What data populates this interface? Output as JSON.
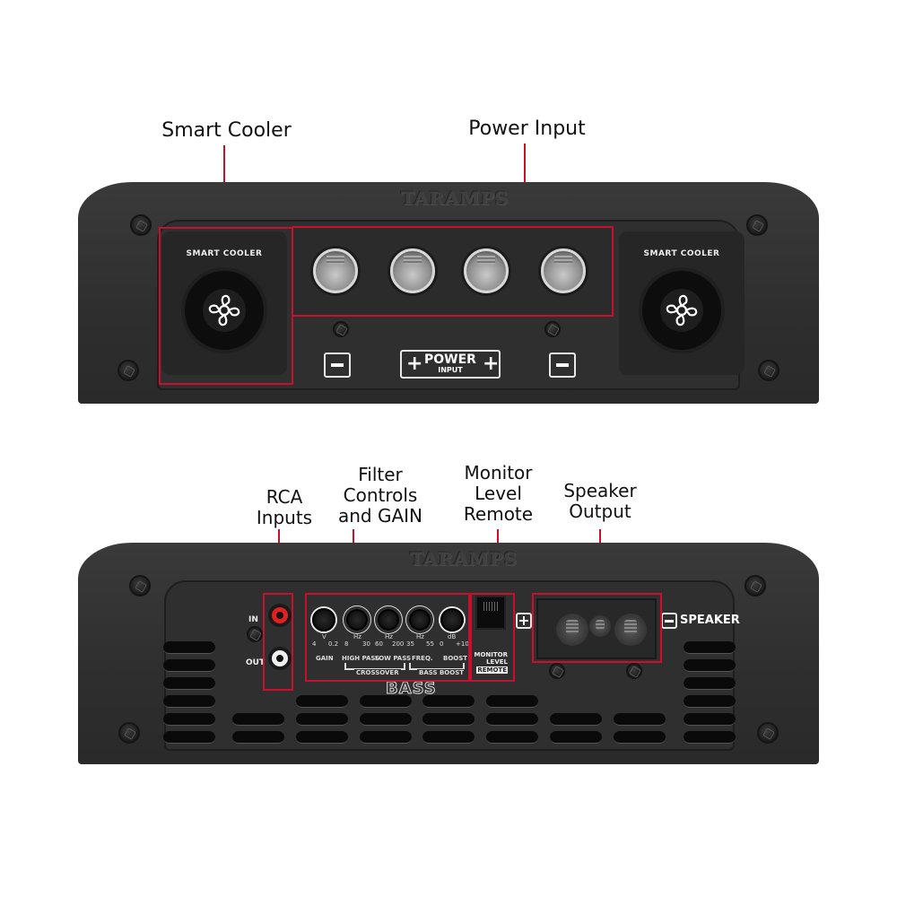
{
  "brand": {
    "logo_text": "TARAMPS",
    "accent_color": "#c8102e",
    "body_color": "#2e2e2e"
  },
  "top_view": {
    "callouts": [
      {
        "id": "smart-cooler",
        "label": "Smart Cooler"
      },
      {
        "id": "power-input",
        "label": "Power Input"
      }
    ],
    "left_fan": {
      "label": "SMART COOLER"
    },
    "right_fan": {
      "label": "SMART COOLER"
    },
    "power_terminals": {
      "count": 4
    },
    "markings": {
      "left_sign": "−",
      "right_sign": "−",
      "power_label": "POWER",
      "power_sublabel": "INPUT",
      "power_plus": "+"
    }
  },
  "bottom_view": {
    "callouts": [
      {
        "id": "rca-inputs",
        "label_lines": [
          "RCA",
          "Inputs"
        ]
      },
      {
        "id": "filter-controls",
        "label_lines": [
          "Filter",
          "Controls",
          "and GAIN"
        ]
      },
      {
        "id": "monitor-level-remote",
        "label_lines": [
          "Monitor",
          "Level",
          "Remote"
        ]
      },
      {
        "id": "speaker-output",
        "label_lines": [
          "Speaker",
          "Output"
        ]
      }
    ],
    "rca": {
      "in_label": "IN",
      "out_label": "OUT",
      "in_color": "#e02020",
      "out_color": "#f0f0f0"
    },
    "controls": [
      {
        "name": "GAIN",
        "unit": "V",
        "min": "4",
        "max": "0.2"
      },
      {
        "name": "HIGH PASS",
        "unit": "Hz",
        "min": "8",
        "max": "30"
      },
      {
        "name": "LOW PASS",
        "unit": "Hz",
        "min": "60",
        "max": "200"
      },
      {
        "name": "FREQ.",
        "unit": "Hz",
        "min": "35",
        "max": "55"
      },
      {
        "name": "BOOST",
        "unit": "dB",
        "min": "0",
        "max": "+10"
      }
    ],
    "groups": {
      "crossover": "CROSSOVER",
      "bass_boost": "BASS BOOST"
    },
    "bass_logo": "BASS",
    "monitor": {
      "line1": "MONITOR",
      "line2": "LEVEL",
      "line3": "REMOTE"
    },
    "speaker": {
      "plus": "+",
      "minus": "−",
      "label": "SPEAKER"
    }
  }
}
